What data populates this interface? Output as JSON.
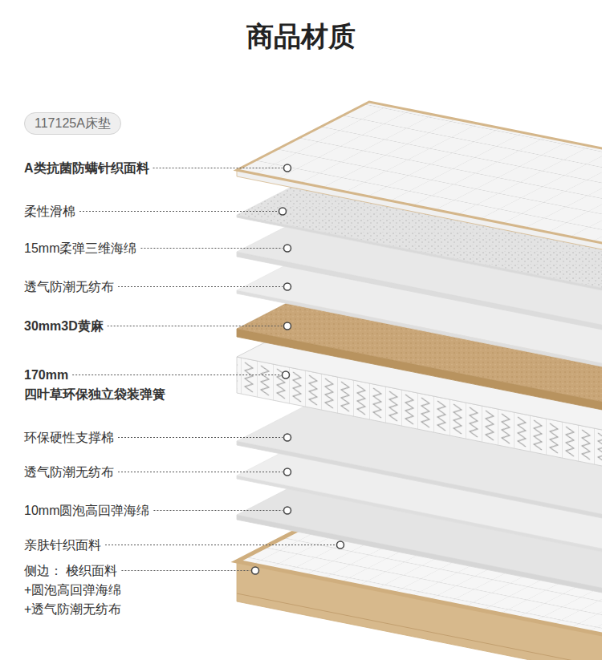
{
  "diagram": {
    "title": "商品材质",
    "nodes": [
      {
        "text": [
          "117125A床垫"
        ]
      }
    ],
    "labels": [
      "A类抗菌防螨针织面料",
      "柔性滑棉",
      "15mm柔弹三维海绵",
      "透气防潮无纺布",
      "30mm3D黄麻",
      "170mm 四叶草环保独立袋装弹簧",
      "环保硬性支撑棉",
      "透气防潮无纺布",
      "10mm圆泡高回弹海绵",
      "亲肤针织面料",
      "侧边： 梭织面料+圆泡高回弹海绵 +透气防潮无纺布"
    ]
  }
}
